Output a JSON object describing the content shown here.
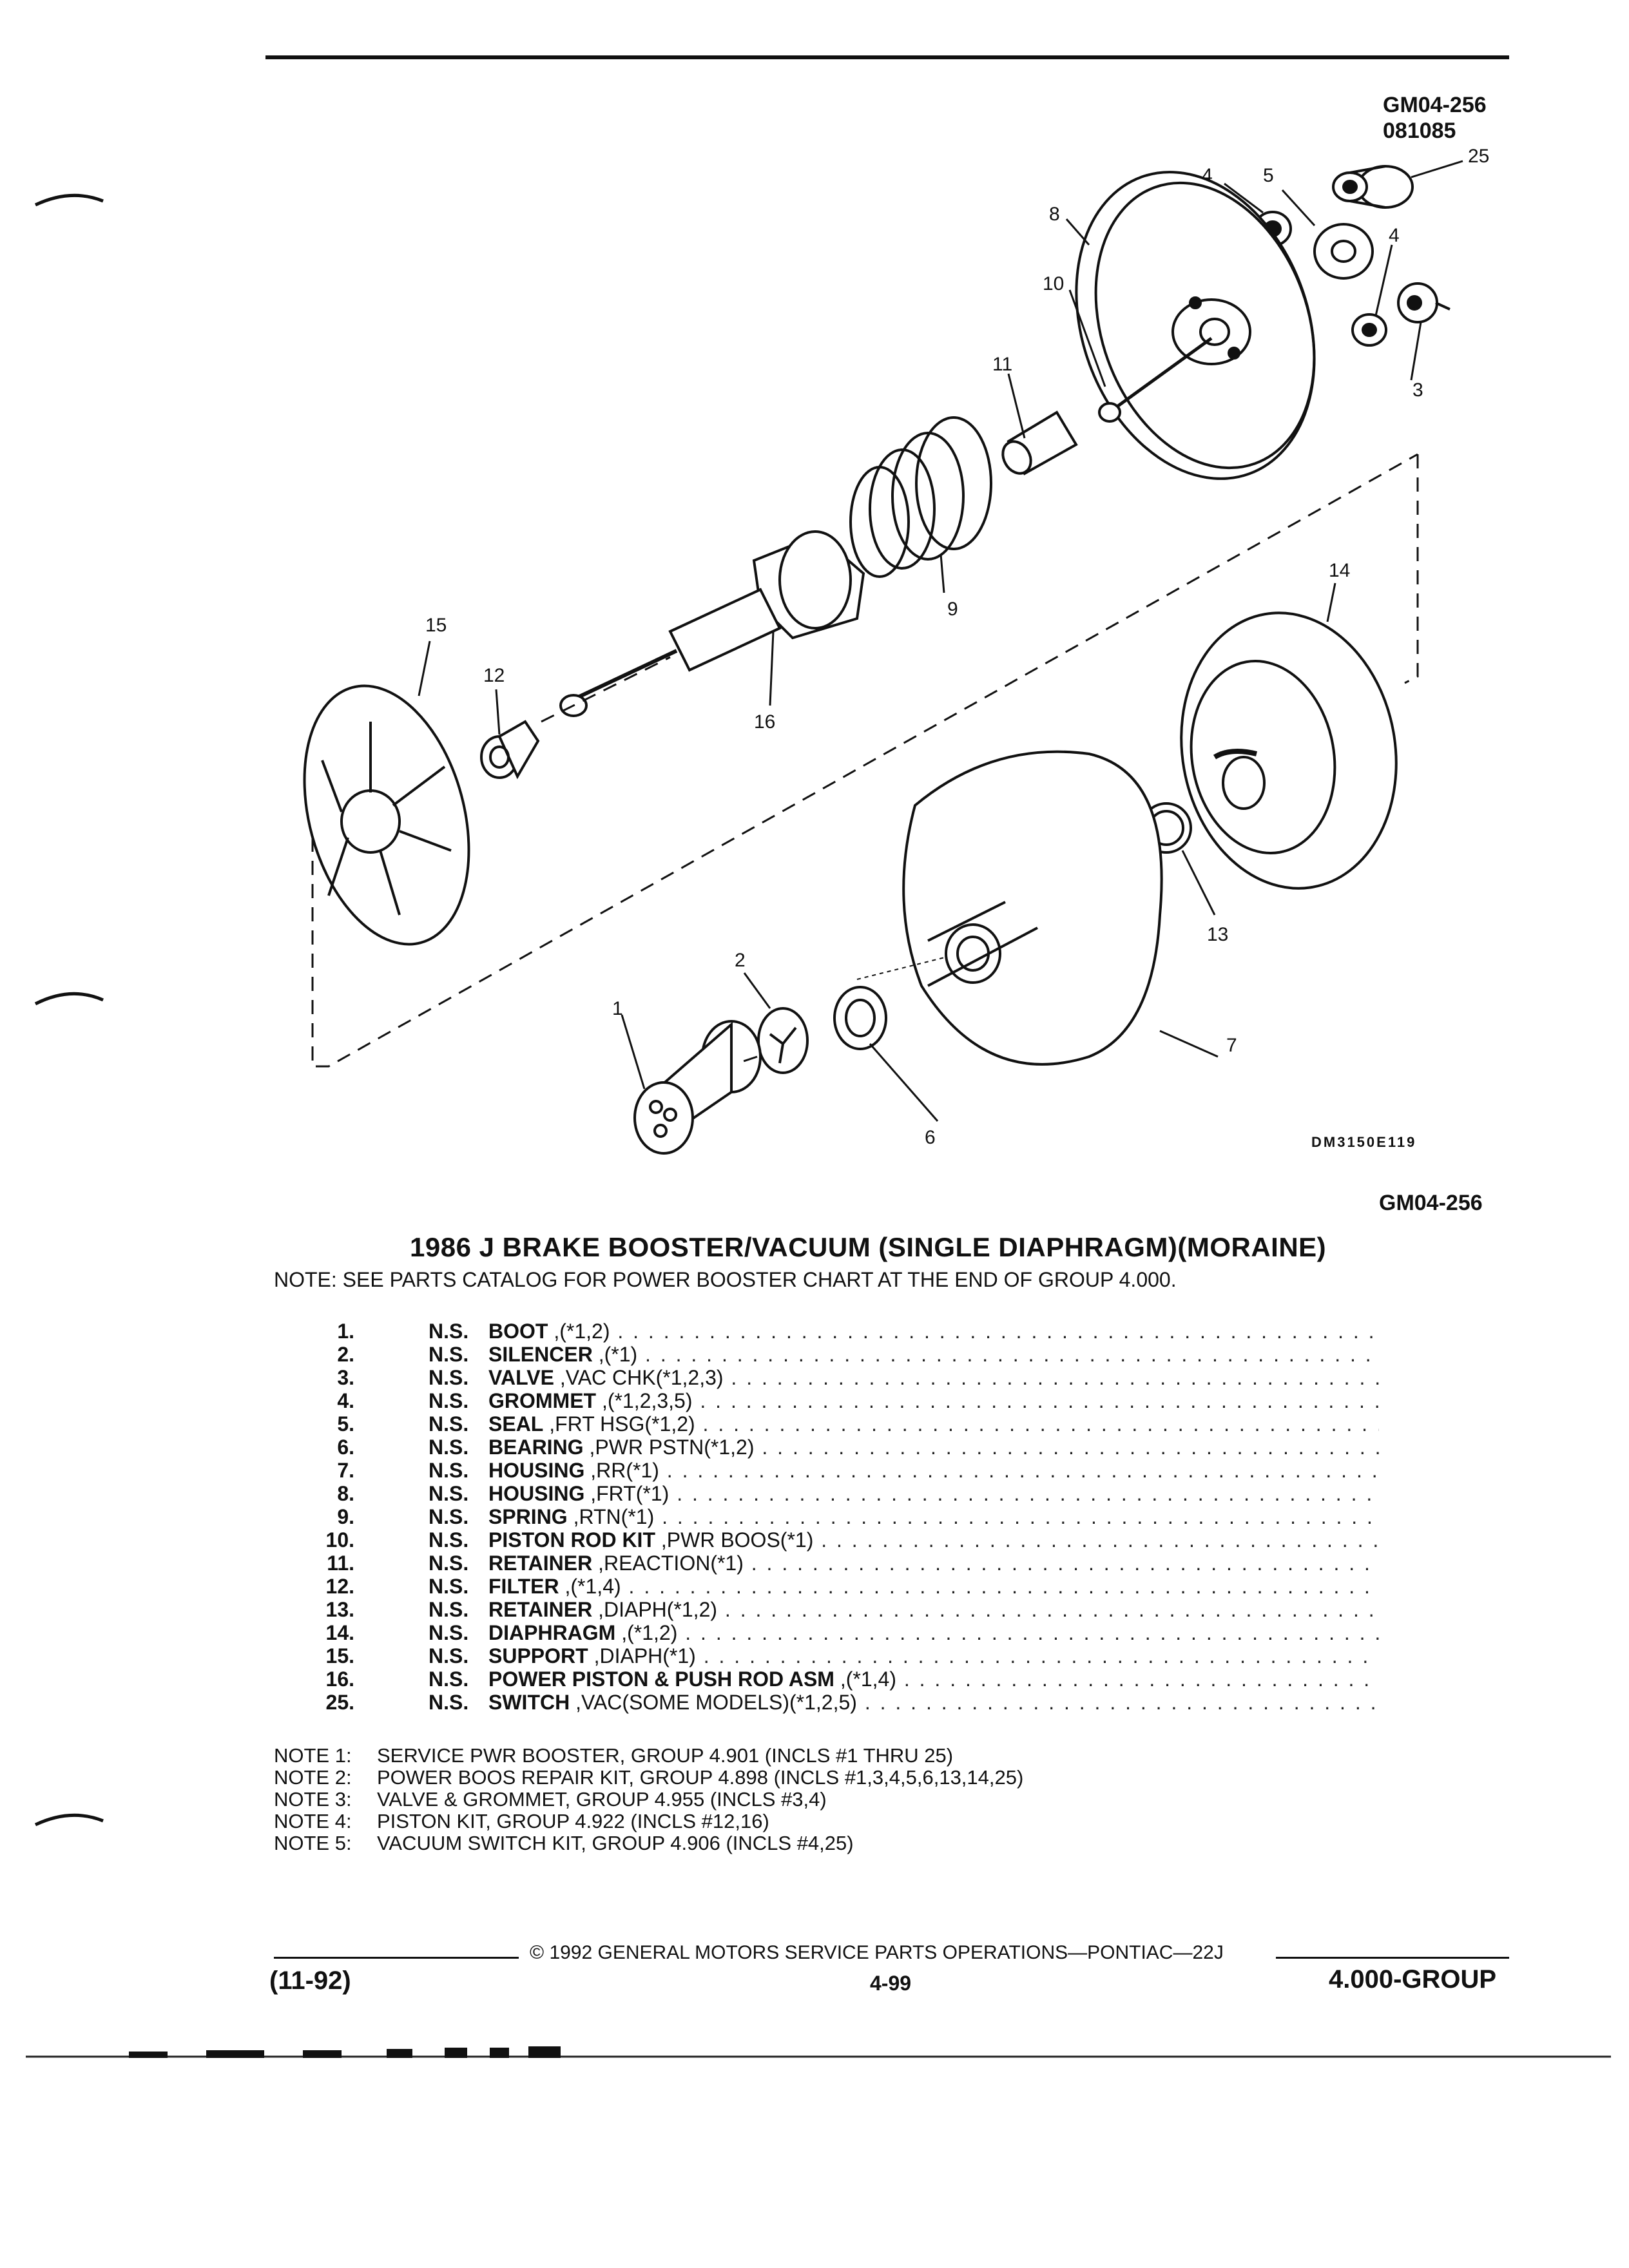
{
  "header": {
    "code_top": "GM04-256",
    "code_sub": "081085"
  },
  "diagram": {
    "callouts": [
      "1",
      "2",
      "3",
      "4",
      "4",
      "5",
      "6",
      "7",
      "8",
      "9",
      "10",
      "11",
      "12",
      "13",
      "14",
      "15",
      "16",
      "25"
    ],
    "image_code": "DM3150E119",
    "code_bottom": "GM04-256"
  },
  "title": "1986 J BRAKE BOOSTER/VACUUM (SINGLE DIAPHRAGM)(MORAINE)",
  "note_top": "NOTE: SEE PARTS CATALOG FOR POWER BOOSTER CHART AT THE END OF GROUP 4.000.",
  "parts": [
    {
      "num": "1.",
      "ns": "N.S.",
      "name": "BOOT",
      "detail": " ,(*1,2)"
    },
    {
      "num": "2.",
      "ns": "N.S.",
      "name": "SILENCER",
      "detail": " ,(*1)"
    },
    {
      "num": "3.",
      "ns": "N.S.",
      "name": "VALVE",
      "detail": " ,VAC CHK(*1,2,3)"
    },
    {
      "num": "4.",
      "ns": "N.S.",
      "name": "GROMMET",
      "detail": " ,(*1,2,3,5)"
    },
    {
      "num": "5.",
      "ns": "N.S.",
      "name": "SEAL",
      "detail": " ,FRT HSG(*1,2)"
    },
    {
      "num": "6.",
      "ns": "N.S.",
      "name": "BEARING",
      "detail": " ,PWR PSTN(*1,2)"
    },
    {
      "num": "7.",
      "ns": "N.S.",
      "name": "HOUSING",
      "detail": " ,RR(*1)"
    },
    {
      "num": "8.",
      "ns": "N.S.",
      "name": "HOUSING",
      "detail": " ,FRT(*1)"
    },
    {
      "num": "9.",
      "ns": "N.S.",
      "name": "SPRING",
      "detail": " ,RTN(*1)"
    },
    {
      "num": "10.",
      "ns": "N.S.",
      "name": "PISTON ROD KIT",
      "detail": " ,PWR BOOS(*1)"
    },
    {
      "num": "11.",
      "ns": "N.S.",
      "name": "RETAINER",
      "detail": " ,REACTION(*1)"
    },
    {
      "num": "12.",
      "ns": "N.S.",
      "name": "FILTER",
      "detail": " ,(*1,4)"
    },
    {
      "num": "13.",
      "ns": "N.S.",
      "name": "RETAINER",
      "detail": " ,DIAPH(*1,2)"
    },
    {
      "num": "14.",
      "ns": "N.S.",
      "name": "DIAPHRAGM",
      "detail": " ,(*1,2)"
    },
    {
      "num": "15.",
      "ns": "N.S.",
      "name": "SUPPORT",
      "detail": " ,DIAPH(*1)"
    },
    {
      "num": "16.",
      "ns": "N.S.",
      "name": "POWER PISTON & PUSH ROD ASM",
      "detail": " ,(*1,4)"
    },
    {
      "num": "25.",
      "ns": "N.S.",
      "name": "SWITCH",
      "detail": " ,VAC(SOME MODELS)(*1,2,5)"
    }
  ],
  "notes": [
    {
      "label": "NOTE 1:",
      "text": "SERVICE PWR BOOSTER, GROUP 4.901 (INCLS #1 THRU 25)"
    },
    {
      "label": "NOTE 2:",
      "text": "POWER BOOS REPAIR KIT, GROUP 4.898 (INCLS #1,3,4,5,6,13,14,25)"
    },
    {
      "label": "NOTE 3:",
      "text": "VALVE & GROMMET, GROUP 4.955 (INCLS #3,4)"
    },
    {
      "label": "NOTE 4:",
      "text": "PISTON KIT, GROUP 4.922 (INCLS #12,16)"
    },
    {
      "label": "NOTE 5:",
      "text": "VACUUM SWITCH KIT, GROUP 4.906 (INCLS #4,25)"
    }
  ],
  "footer": {
    "copyright": "© 1992 GENERAL MOTORS SERVICE PARTS OPERATIONS—PONTIAC—22J",
    "date": "(11-92)",
    "page": "4-99",
    "group": "4.000-GROUP"
  }
}
